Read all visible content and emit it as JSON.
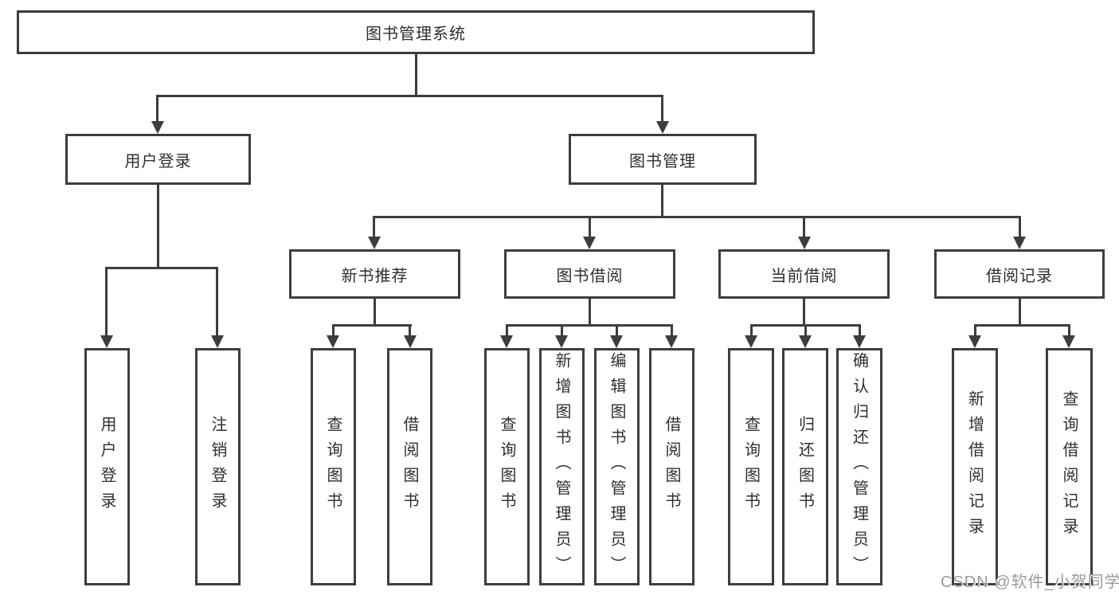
{
  "diagram": {
    "root": {
      "label": "图书管理系统"
    },
    "level2": [
      {
        "label": "用户登录"
      },
      {
        "label": "图书管理"
      }
    ],
    "level3": [
      {
        "label": "新书推荐"
      },
      {
        "label": "图书借阅"
      },
      {
        "label": "当前借阅"
      },
      {
        "label": "借阅记录"
      }
    ],
    "leaves": {
      "user_login": [
        {
          "label": "用户登录"
        },
        {
          "label": "注销登录"
        }
      ],
      "new_book": [
        {
          "label": "查询图书"
        },
        {
          "label": "借阅图书"
        }
      ],
      "book_borrow": [
        {
          "label": "查询图书"
        },
        {
          "label": "新增图书（管理员）"
        },
        {
          "label": "编辑图书（管理员）"
        },
        {
          "label": "借阅图书"
        }
      ],
      "current_borrow": [
        {
          "label": "查询图书"
        },
        {
          "label": "归还图书"
        },
        {
          "label": "确认归还（管理员）"
        }
      ],
      "borrow_record": [
        {
          "label": "新增借阅记录"
        },
        {
          "label": "查询借阅记录"
        }
      ]
    }
  },
  "watermark": {
    "text": "CSDN @软件_小贺同学"
  },
  "colors": {
    "line": "#3d3d3d",
    "text": "#2f2f2f",
    "watermark": "#9b9b9b",
    "background": "#ffffff"
  }
}
